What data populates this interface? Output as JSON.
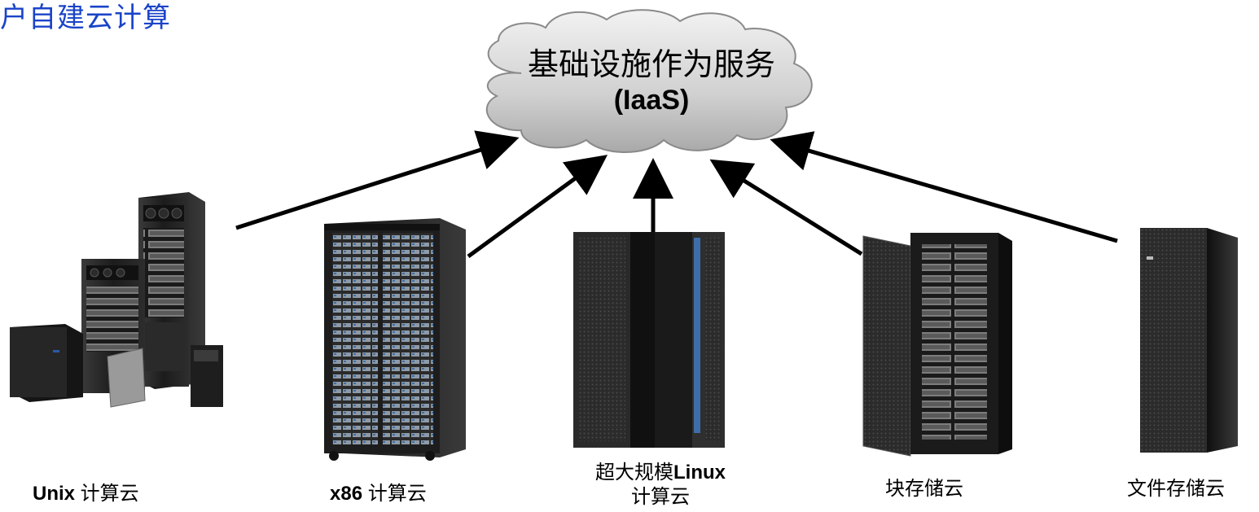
{
  "title": "户自建云计算",
  "cloud": {
    "title": "基础设施作为服务",
    "subtitle": "(IaaS)"
  },
  "nodes": [
    {
      "label_bold": "Unix",
      "label_rest": " 计算云",
      "icon": "unix-server-group-icon"
    },
    {
      "label_bold": "x86",
      "label_rest": " 计算云",
      "icon": "x86-rack-icon"
    },
    {
      "label_pre": "超大规模",
      "label_bold": "Linux",
      "label_line2": "计算云",
      "icon": "mainframe-icon"
    },
    {
      "label": "块存储云",
      "icon": "block-storage-rack-icon"
    },
    {
      "label": "文件存储云",
      "icon": "file-storage-rack-icon"
    }
  ],
  "colors": {
    "title": "#1a44c8",
    "cloud_fill": "#d6d6d6",
    "arrow": "#000000",
    "rack": "#1f1f1f"
  }
}
